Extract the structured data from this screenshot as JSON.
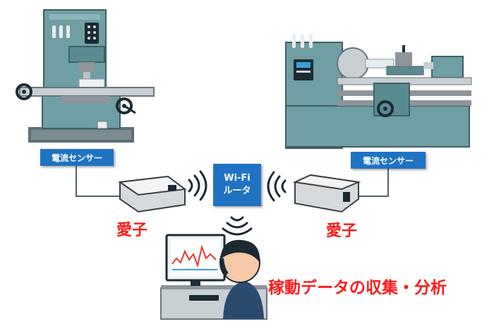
{
  "diagram": {
    "sensor_left": "電流センサー",
    "sensor_right": "電流センサー",
    "router_line1": "Wi-Fi",
    "router_line2": "ルータ",
    "device_left": "愛子",
    "device_right": "愛子",
    "caption": "稼動データの収集・分析"
  },
  "colors": {
    "label_blue": "#1f73c2",
    "accent_red": "#ff1a1a",
    "machine_teal": "#6f9ea3",
    "machine_teal_dark": "#4f7f86",
    "machine_gray": "#8d959b"
  },
  "icons": [
    "milling-machine",
    "lathe-machine",
    "sensor-device",
    "wifi-signal-icon",
    "pc-monitor",
    "person-operator"
  ]
}
